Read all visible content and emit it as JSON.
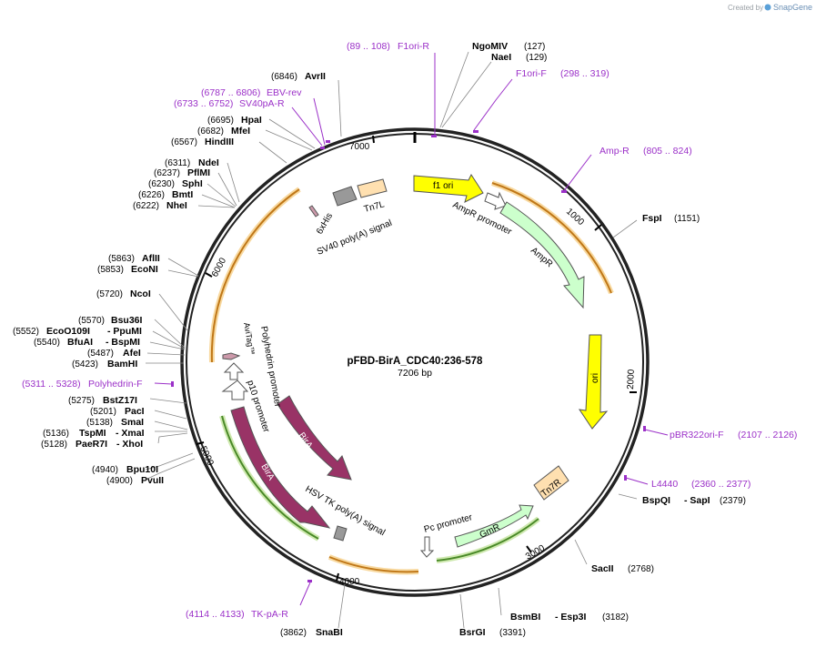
{
  "credit": {
    "text": "Created by",
    "brand": "SnapGene"
  },
  "plasmid": {
    "name": "pFBD-BirA_CDC40:236-578",
    "size": "7206 bp"
  },
  "ticks": [
    {
      "pos": 1000,
      "label": "1000"
    },
    {
      "pos": 2000,
      "label": "2000"
    },
    {
      "pos": 3000,
      "label": "3000"
    },
    {
      "pos": 4000,
      "label": "4000"
    },
    {
      "pos": 5000,
      "label": "5000"
    },
    {
      "pos": 6000,
      "label": "6000"
    },
    {
      "pos": 7000,
      "label": "7000"
    }
  ],
  "enzymes": [
    {
      "pos": "(127)",
      "name": "NgoMIV"
    },
    {
      "pos": "(129)",
      "name": "NaeI"
    },
    {
      "pos": "(1151)",
      "name": "FspI"
    },
    {
      "pos": "(2379)",
      "name": "BspQI",
      "alt": "- SapI"
    },
    {
      "pos": "(2768)",
      "name": "SacII"
    },
    {
      "pos": "(3182)",
      "name": "BsmBI",
      "alt": "- Esp3I"
    },
    {
      "pos": "(3391)",
      "name": "BsrGI"
    },
    {
      "pos": "(3862)",
      "name": "SnaBI"
    },
    {
      "pos": "(4900)",
      "name": "PvuII"
    },
    {
      "pos": "(4940)",
      "name": "Bpu10I"
    },
    {
      "pos": "(5128)",
      "name": "PaeR7I",
      "alt": "- XhoI"
    },
    {
      "pos": "(5136)",
      "name": "TspMI",
      "alt": "- XmaI"
    },
    {
      "pos": "(5138)",
      "name": "SmaI"
    },
    {
      "pos": "(5201)",
      "name": "PacI"
    },
    {
      "pos": "(5275)",
      "name": "BstZ17I"
    },
    {
      "pos": "(5423)",
      "name": "BamHI"
    },
    {
      "pos": "(5487)",
      "name": "AfeI"
    },
    {
      "pos": "(5540)",
      "name": "BfuAI",
      "alt": "- BspMI"
    },
    {
      "pos": "(5552)",
      "name": "EcoO109I",
      "alt": "- PpuMI"
    },
    {
      "pos": "(5570)",
      "name": "Bsu36I"
    },
    {
      "pos": "(5720)",
      "name": "NcoI"
    },
    {
      "pos": "(5853)",
      "name": "EcoNI"
    },
    {
      "pos": "(5863)",
      "name": "AflII"
    },
    {
      "pos": "(6222)",
      "name": "NheI"
    },
    {
      "pos": "(6226)",
      "name": "BmtI"
    },
    {
      "pos": "(6230)",
      "name": "SphI"
    },
    {
      "pos": "(6237)",
      "name": "PflMI"
    },
    {
      "pos": "(6311)",
      "name": "NdeI"
    },
    {
      "pos": "(6567)",
      "name": "HindIII"
    },
    {
      "pos": "(6682)",
      "name": "MfeI"
    },
    {
      "pos": "(6695)",
      "name": "HpaI"
    },
    {
      "pos": "(6846)",
      "name": "AvrII"
    }
  ],
  "primers": [
    {
      "range": "(89 .. 108)",
      "name": "F1ori-R"
    },
    {
      "range": "(298 .. 319)",
      "name": "F1ori-F"
    },
    {
      "range": "(805 .. 824)",
      "name": "Amp-R"
    },
    {
      "range": "(2107 .. 2126)",
      "name": "pBR322ori-F"
    },
    {
      "range": "(2360 .. 2377)",
      "name": "L4440"
    },
    {
      "range": "(4114 .. 4133)",
      "name": "TK-pA-R"
    },
    {
      "range": "(5311 .. 5328)",
      "name": "Polyhedrin-F"
    },
    {
      "range": "(6733 .. 6752)",
      "name": "SV40pA-R"
    },
    {
      "range": "(6787 .. 6806)",
      "name": "EBV-rev"
    }
  ],
  "features": [
    {
      "name": "f1 ori",
      "color": "#ffff00"
    },
    {
      "name": "AmpR promoter",
      "color": "#ffffff"
    },
    {
      "name": "AmpR",
      "color": "#ccffcc"
    },
    {
      "name": "ori",
      "color": "#ffff00"
    },
    {
      "name": "Tn7R",
      "color": "#ffe0b0"
    },
    {
      "name": "GmR",
      "color": "#ccffcc"
    },
    {
      "name": "Pc promoter",
      "color": "#ffffff"
    },
    {
      "name": "HSV TK poly(A) signal",
      "color": "#999999"
    },
    {
      "name": "BirA",
      "color": "#993366"
    },
    {
      "name": "BirA",
      "color": "#993366"
    },
    {
      "name": "p10 promoter",
      "color": "#ffffff"
    },
    {
      "name": "Polyhedrin promoter",
      "color": "#ffffff"
    },
    {
      "name": "AviTag™",
      "color": "#cc99aa"
    },
    {
      "name": "6xHis",
      "color": "#cc99aa"
    },
    {
      "name": "SV40 poly(A) signal",
      "color": "#999999"
    },
    {
      "name": "Tn7L",
      "color": "#ffe0b0"
    }
  ],
  "colors": {
    "primer": "#9b30c8",
    "backbone": "#222222",
    "orf": "#f0a030",
    "orf_green": "#6aaa3c"
  }
}
